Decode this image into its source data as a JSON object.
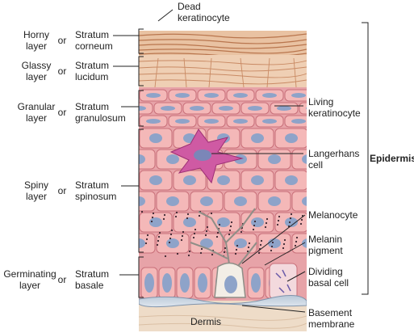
{
  "layers": [
    {
      "common_line1": "Horny",
      "common_line2": "layer",
      "or": "or",
      "latin_line1": "Stratum",
      "latin_line2": "corneum"
    },
    {
      "common_line1": "Glassy",
      "common_line2": "layer",
      "or": "or",
      "latin_line1": "Stratum",
      "latin_line2": "lucidum"
    },
    {
      "common_line1": "Granular",
      "common_line2": "layer",
      "or": "or",
      "latin_line1": "Stratum",
      "latin_line2": "granulosum"
    },
    {
      "common_line1": "Spiny",
      "common_line2": "layer",
      "or": "or",
      "latin_line1": "Stratum",
      "latin_line2": "spinosum"
    },
    {
      "common_line1": "Germinating",
      "common_line2": "layer",
      "or": "or",
      "latin_line1": "Stratum",
      "latin_line2": "basale"
    }
  ],
  "callouts": {
    "dead_keratinocyte": [
      "Dead",
      "keratinocyte"
    ],
    "living_keratinocyte": [
      "Living",
      "keratinocyte"
    ],
    "langerhans_cell": [
      "Langerhans",
      "cell"
    ],
    "melanocyte": [
      "Melanocyte"
    ],
    "melanin_pigment": [
      "Melanin",
      "pigment"
    ],
    "dividing_basal_cell": [
      "Dividing",
      "basal cell"
    ],
    "basement_membrane": [
      "Basement",
      "membrane"
    ]
  },
  "epidermis_label": "Epidermis",
  "dermis_label": "Dermis",
  "colors": {
    "corneum": "#e9c2a2",
    "lucidum": "#efcfb4",
    "cell_fill": "#f4b8b8",
    "cell_stroke": "#c9707a",
    "nucleus": "#8ea3c9",
    "langerhans": "#cf5aa3",
    "dermis": "#eedcc8"
  }
}
